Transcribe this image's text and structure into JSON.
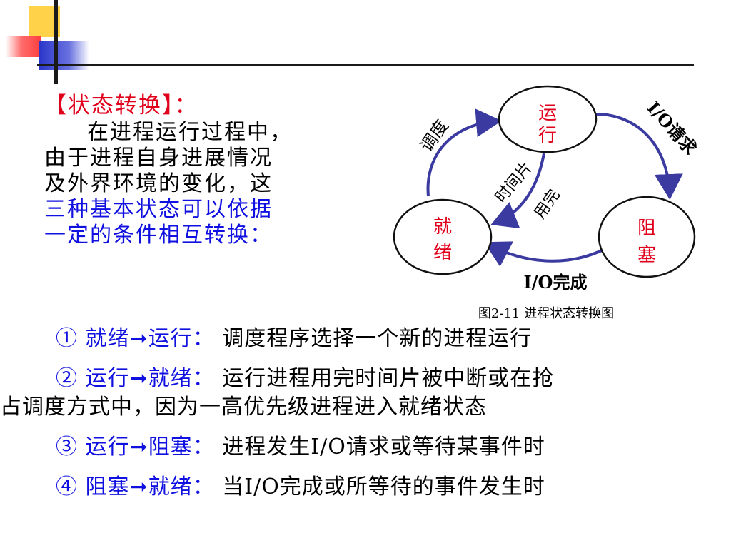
{
  "heading": "【状态转换】：",
  "intro": {
    "lines_black": [
      "在进程运行过程中，",
      "由于进程自身进展情况",
      "及外界环境的变化，这"
    ],
    "lines_blue": [
      "三种基本状态可以依据",
      "一定的条件相互转换："
    ]
  },
  "diagram": {
    "states": {
      "running": [
        "运",
        "行"
      ],
      "ready": [
        "就",
        "绪"
      ],
      "blocked": [
        "阻",
        "塞"
      ]
    },
    "edges": {
      "schedule": "调度",
      "timeslice_1": "时间片",
      "timeslice_2": "用完",
      "io_request": "I/O请求",
      "io_done": "I/O完成"
    },
    "caption": "图2-11 进程状态转换图"
  },
  "transitions": [
    {
      "num": "①",
      "from": "就绪",
      "arrow": "➞",
      "to": "运行",
      "colon": "：",
      "desc": "调度程序选择一个新的进程运行"
    },
    {
      "num": "②",
      "from": "运行",
      "arrow": "➞",
      "to": "就绪",
      "colon": "：",
      "desc": "运行进程用完时间片被中断或在抢",
      "desc_cont": "占调度方式中，因为一高优先级进程进入就绪状态"
    },
    {
      "num": "③",
      "from": "运行",
      "arrow": "➞",
      "to": "阻塞",
      "colon": "：",
      "desc": "进程发生I/O请求或等待某事件时"
    },
    {
      "num": "④",
      "from": "阻塞",
      "arrow": "➞",
      "to": "就绪",
      "colon": "：",
      "desc": "当I/O完成或所等待的事件发生时"
    }
  ],
  "colors": {
    "red": "#e0001b",
    "blue": "#1010e0",
    "arrow_blue": "#3a3aa0"
  }
}
